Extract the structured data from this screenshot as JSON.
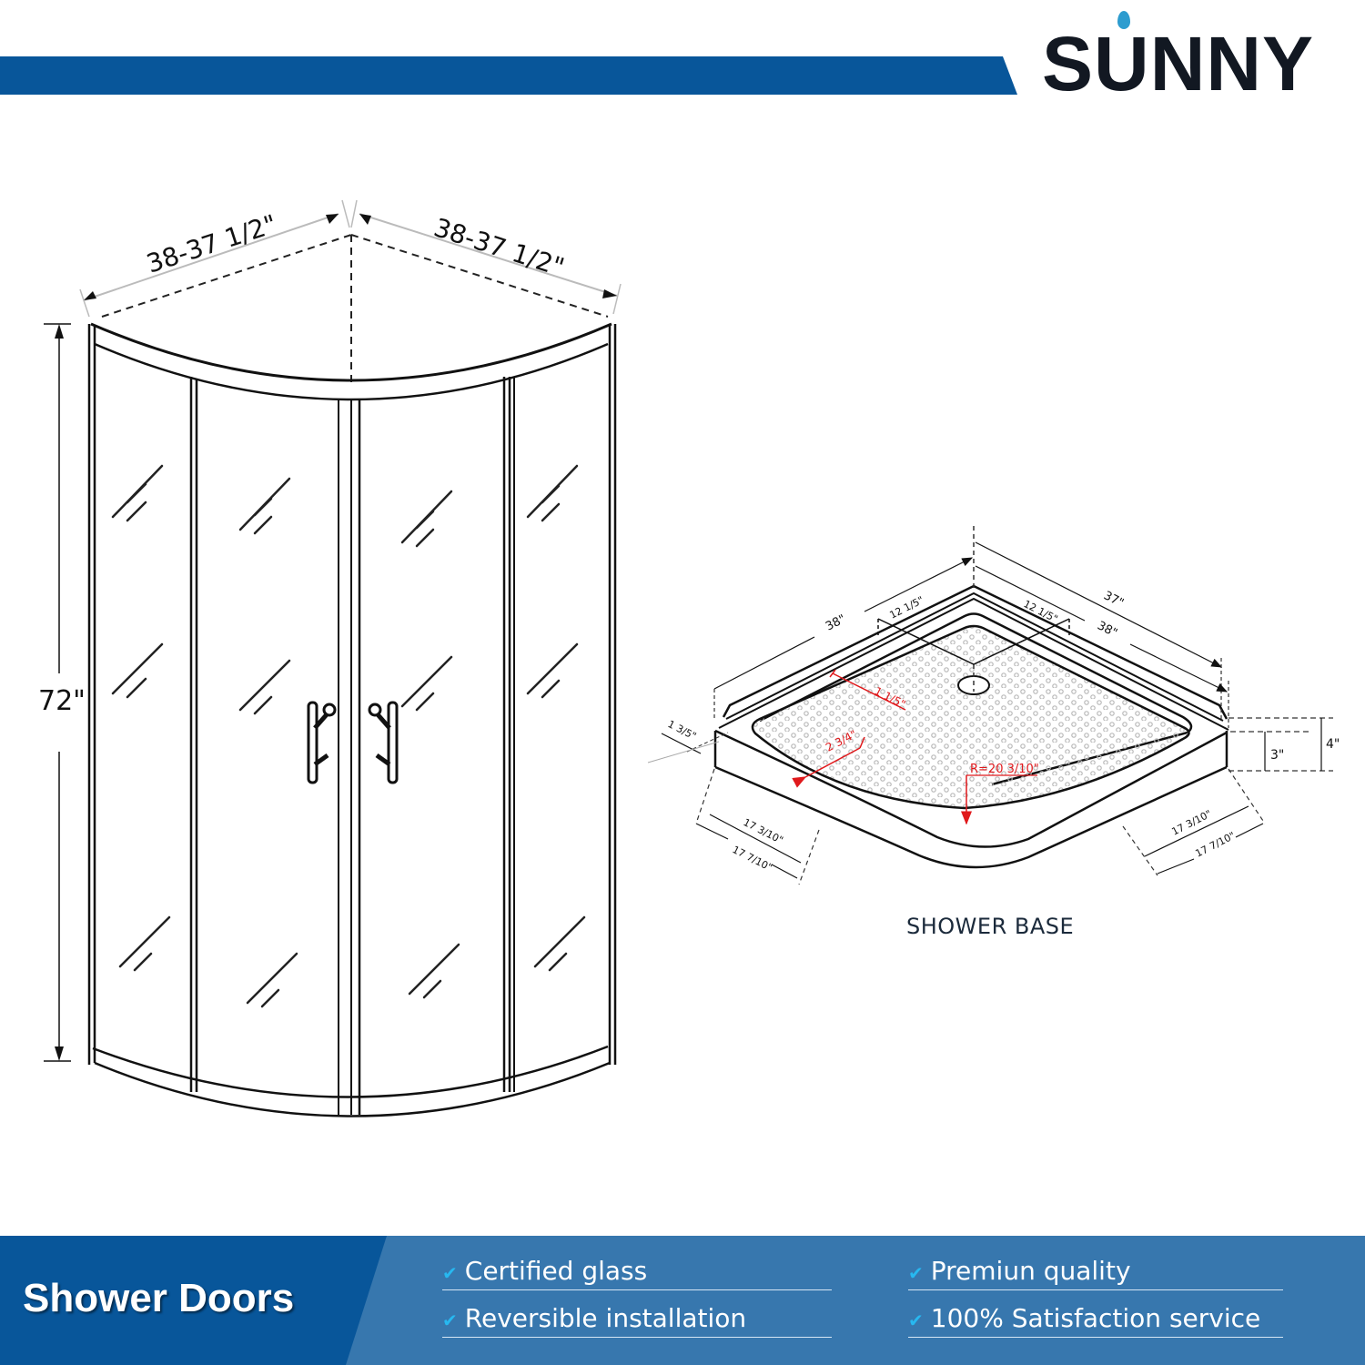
{
  "brand": {
    "logo_text": "SUNNY",
    "band_color": "#08569a",
    "drop_color": "#2d9ccf"
  },
  "enclosure": {
    "width_left": "38-37 1/2\"",
    "width_right": "38-37 1/2\"",
    "height": "72\""
  },
  "shower_base": {
    "caption": "SHOWER BASE",
    "dims": {
      "side_left": "38\"",
      "side_right": "38\"",
      "overall": "37\"",
      "drain_offset_left": "12 1/5\"",
      "drain_offset_right": "12 1/5\"",
      "rim_width": "1 1/5\"",
      "curb_width": "2 3/4\"",
      "radius": "R=20 3/10\"",
      "lip": "1 3/5\"",
      "inner_height": "3\"",
      "outer_height": "4\"",
      "straight_inner_left": "17 3/10\"",
      "straight_outer_left": "17 7/10\"",
      "straight_inner_right": "17 3/10\"",
      "straight_outer_right": "17 7/10\""
    },
    "highlight_color": "#e0191c"
  },
  "footer": {
    "title": "Shower Doors",
    "features": [
      {
        "label": "Certified glass"
      },
      {
        "label": "Reversible installation"
      },
      {
        "label": "Premiun quality"
      },
      {
        "label": "100% Satisfaction service"
      }
    ],
    "check_icon": "checkmark-icon"
  }
}
